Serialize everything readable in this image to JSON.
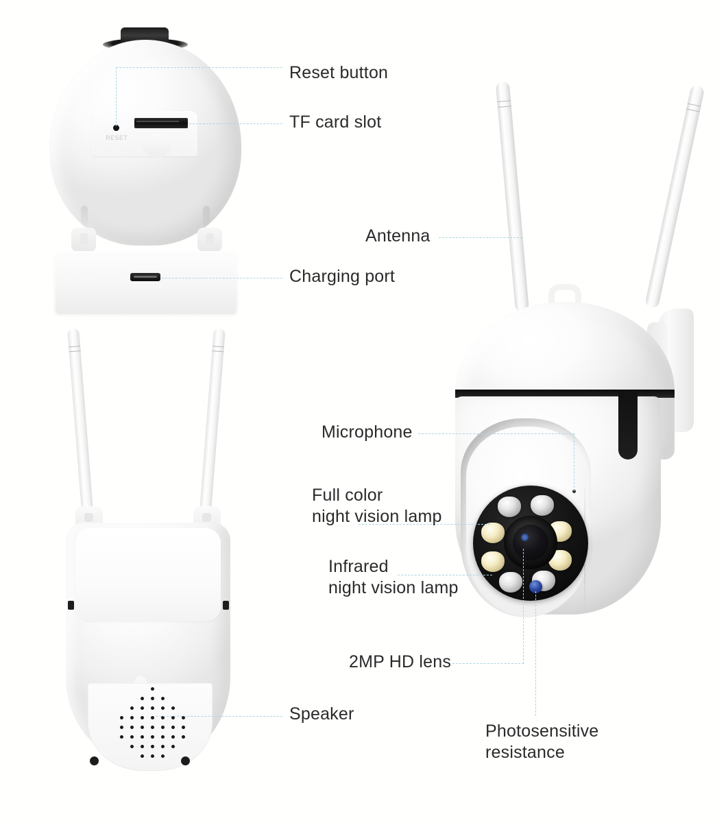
{
  "diagram": {
    "title": "WiFi PTZ security camera feature callout diagram",
    "background_color": "#fffffd",
    "label_color": "#2a2a2a",
    "leader_line_color": "#a9d6e2"
  },
  "callouts": [
    {
      "id": "reset-button",
      "label": "Reset button"
    },
    {
      "id": "tf-card-slot",
      "label": "TF card slot"
    },
    {
      "id": "charging-port",
      "label": "Charging port"
    },
    {
      "id": "antenna",
      "label": "Antenna"
    },
    {
      "id": "microphone",
      "label": "Microphone"
    },
    {
      "id": "full-color-lamp",
      "label": "Full color\nnight vision lamp"
    },
    {
      "id": "infrared-lamp",
      "label": "Infrared\nnight vision lamp"
    },
    {
      "id": "lens",
      "label": "2MP HD lens"
    },
    {
      "id": "speaker",
      "label": "Speaker"
    },
    {
      "id": "photosensitive",
      "label": "Photosensitive\nresistance"
    }
  ],
  "views": {
    "top_left": {
      "name": "bottom-rear view",
      "markings": {
        "reset_text": "RESET"
      }
    },
    "bottom_left": {
      "name": "rear view with speaker grille"
    },
    "right": {
      "name": "three-quarter front view"
    }
  },
  "device": {
    "lens_resolution": "2MP HD",
    "led_count": 8,
    "led_warm_count": 4,
    "led_cool_count": 4,
    "antenna_count": 2,
    "colors": {
      "body": "#fafafa",
      "trim_band": "#0d0d0d",
      "led_warm": "#f6edc6",
      "led_cool": "#e6e6e6",
      "photosensitive": "#2a46a0"
    }
  }
}
